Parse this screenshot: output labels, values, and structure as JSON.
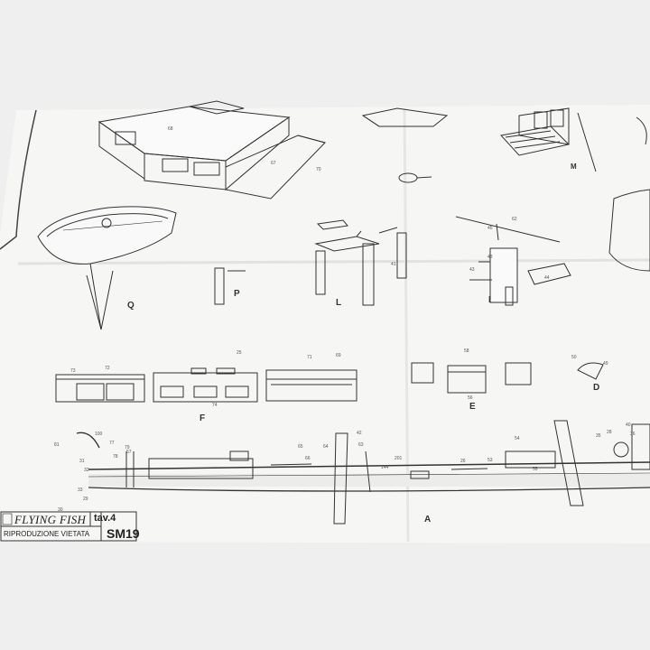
{
  "title_block": {
    "title": "FLYING FISH",
    "sheet": "tav.4",
    "rights": "RIPRODUZIONE VIETATA",
    "code": "SM19"
  },
  "part_letters": [
    "Q",
    "P",
    "L",
    "I",
    "M",
    "F",
    "E",
    "D",
    "A"
  ],
  "part_numbers": [
    "68",
    "67",
    "70",
    "69",
    "72",
    "71",
    "73",
    "74",
    "25",
    "58",
    "56",
    "55",
    "50",
    "49",
    "48",
    "41",
    "62",
    "43",
    "44",
    "45",
    "63",
    "64",
    "65",
    "66",
    "201",
    "144",
    "81",
    "100",
    "77",
    "78",
    "79",
    "31",
    "32",
    "33",
    "29",
    "30",
    "42",
    "54",
    "53",
    "57",
    "26",
    "28",
    "35",
    "36",
    "40"
  ],
  "colors": {
    "paper": "#f7f7f5",
    "ink": "#333333",
    "background": "#efefef"
  }
}
